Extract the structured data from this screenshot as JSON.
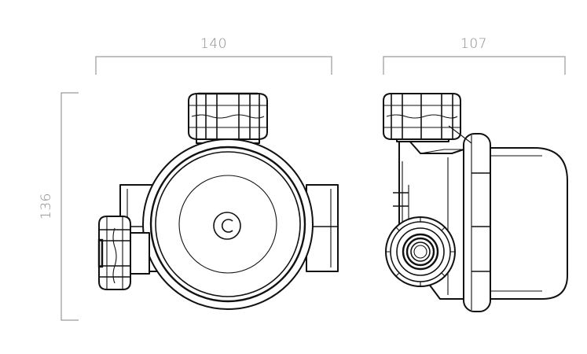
{
  "dimensions": {
    "front_width": "140",
    "side_width": "107",
    "height": "136"
  },
  "colors": {
    "line": "#111111",
    "dimension": "#9a9a9a",
    "background": "#ffffff"
  },
  "icons": {
    "center_mark": "c-letter-icon"
  }
}
